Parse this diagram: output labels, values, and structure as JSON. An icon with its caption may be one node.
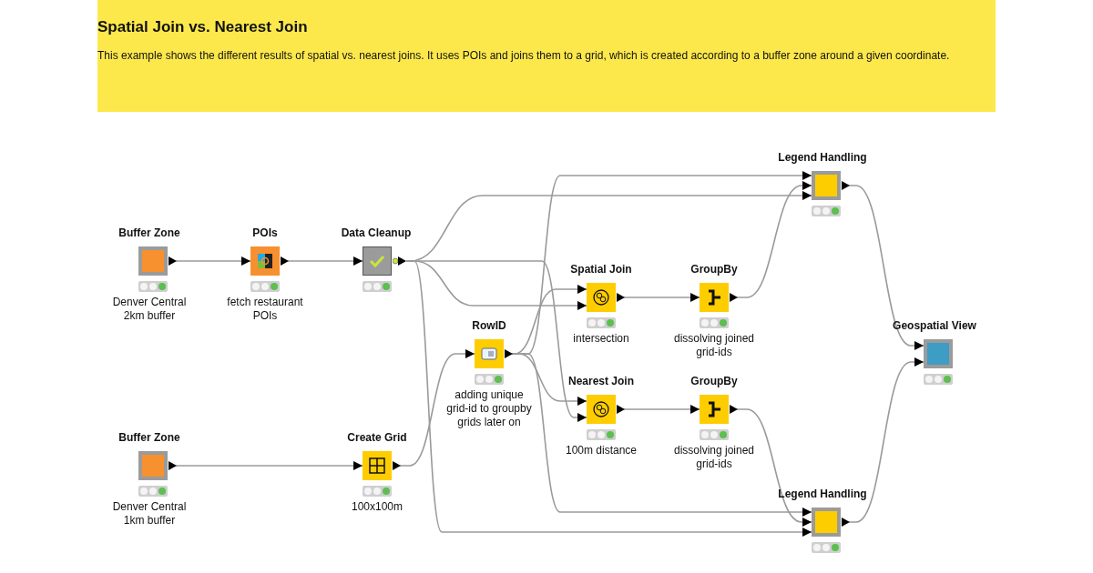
{
  "diagram": {
    "title": "Spatial Join vs. Nearest Join",
    "caption": "This example shows the different results of spatial vs. nearest joins. It uses POIs and joins them to a grid, which is created according to a buffer zone around a given coordinate.",
    "nodes": [
      {
        "text": [
          "Buffer Zone",
          "Denver Central 2km buffer"
        ]
      },
      {
        "text": [
          "POIs",
          "fetch restaurant POIs"
        ]
      },
      {
        "text": [
          "Data Cleanup"
        ]
      },
      {
        "text": [
          "Buffer Zone",
          "Denver Central 1km buffer"
        ]
      },
      {
        "text": [
          "Create Grid",
          "100x100m"
        ]
      },
      {
        "text": [
          "RowID",
          "adding unique grid-id to groupby grids later on"
        ]
      },
      {
        "text": [
          "Spatial Join",
          "intersection"
        ]
      },
      {
        "text": [
          "Nearest Join",
          "100m distance"
        ]
      },
      {
        "text": [
          "GroupBy",
          "dissolving joined grid-ids"
        ]
      },
      {
        "text": [
          "GroupBy",
          "dissolving joined grid-ids"
        ]
      },
      {
        "text": [
          "Legend Handling"
        ]
      },
      {
        "text": [
          "Legend Handling"
        ]
      },
      {
        "text": [
          "Geospatial View"
        ]
      }
    ],
    "edges": [
      {
        "from": 0,
        "to": 1,
        "arrow": "to"
      },
      {
        "from": 1,
        "to": 2,
        "arrow": "to"
      },
      {
        "from": 3,
        "to": 4,
        "arrow": "to"
      },
      {
        "from": 2,
        "to": 10,
        "arrow": "to"
      },
      {
        "from": 2,
        "to": 6,
        "arrow": "to"
      },
      {
        "from": 2,
        "to": 7,
        "arrow": "to"
      },
      {
        "from": 2,
        "to": 11,
        "arrow": "to"
      },
      {
        "from": 4,
        "to": 5,
        "arrow": "to"
      },
      {
        "from": 5,
        "to": 10,
        "arrow": "to"
      },
      {
        "from": 5,
        "to": 6,
        "arrow": "to"
      },
      {
        "from": 5,
        "to": 7,
        "arrow": "to"
      },
      {
        "from": 5,
        "to": 11,
        "arrow": "to"
      },
      {
        "from": 6,
        "to": 8,
        "arrow": "to"
      },
      {
        "from": 7,
        "to": 9,
        "arrow": "to"
      },
      {
        "from": 8,
        "to": 10,
        "arrow": "to"
      },
      {
        "from": 9,
        "to": 11,
        "arrow": "to"
      },
      {
        "from": 10,
        "to": 12,
        "arrow": "to"
      },
      {
        "from": 11,
        "to": 12,
        "arrow": "to"
      }
    ]
  }
}
